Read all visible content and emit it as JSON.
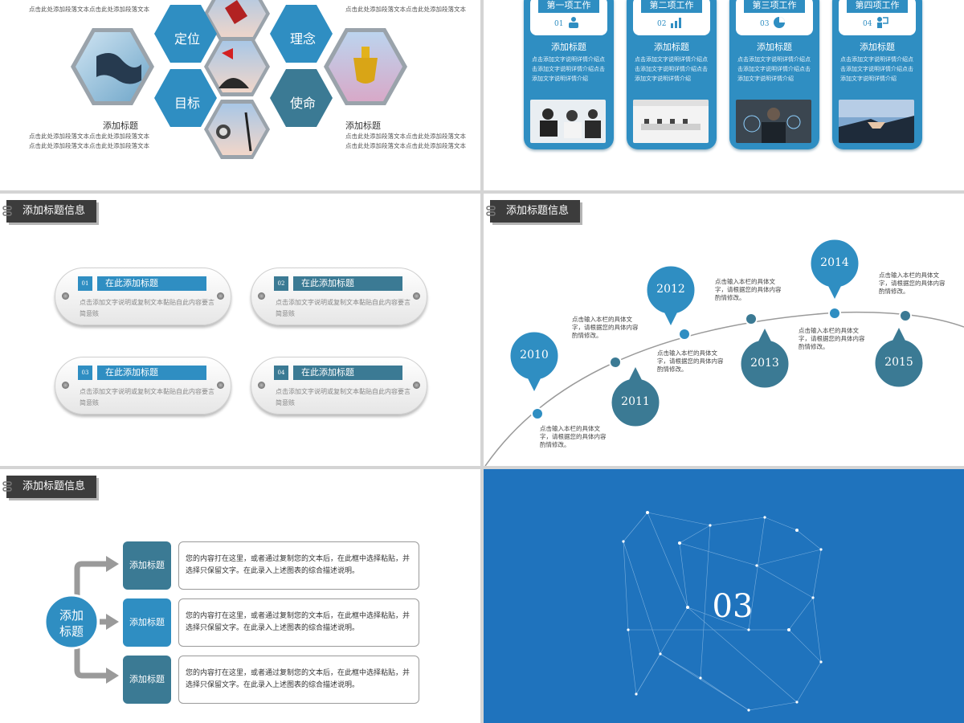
{
  "slide1": {
    "top_left_text": "点击此处添加段落文本点击此处添加段落文本",
    "top_right_text": "点击此处添加段落文本点击此处添加段落文本",
    "hexes": [
      "定位",
      "理念",
      "目标",
      "使命"
    ],
    "bottom_left_title": "添加标题",
    "bottom_left_text": [
      "点击此处添加段落文本点击此处添加段落文本",
      "点击此处添加段落文本点击此处添加段落文本"
    ],
    "bottom_right_title": "添加标题",
    "bottom_right_text": [
      "点击此处添加段落文本点击此处添加段落文本",
      "点击此处添加段落文本点击此处添加段落文本"
    ]
  },
  "slide2": {
    "cards": [
      {
        "head": "第一项工作",
        "num": "01",
        "title": "添加标题",
        "desc": "点击添加文字说明详情介绍点击添加文字说明详情介绍点击添加文字说明详情介绍"
      },
      {
        "head": "第二项工作",
        "num": "02",
        "title": "添加标题",
        "desc": "点击添加文字说明详情介绍点击添加文字说明详情介绍点击添加文字说明详情介绍"
      },
      {
        "head": "第三项工作",
        "num": "03",
        "title": "添加标题",
        "desc": "点击添加文字说明详情介绍点击添加文字说明详情介绍点击添加文字说明详情介绍"
      },
      {
        "head": "第四项工作",
        "num": "04",
        "title": "添加标题",
        "desc": "点击添加文字说明详情介绍点击添加文字说明详情介绍点击添加文字说明详情介绍"
      }
    ]
  },
  "slide3": {
    "tag": "添加标题信息",
    "pills": [
      {
        "idx": "01",
        "title": "在此添加标题",
        "text": "点击添加文字说明或复制文本黏贴自此内容要言简意赅"
      },
      {
        "idx": "02",
        "title": "在此添加标题",
        "text": "点击添加文字说明或复制文本黏贴自此内容要言简意赅"
      },
      {
        "idx": "03",
        "title": "在此添加标题",
        "text": "点击添加文字说明或复制文本黏贴自此内容要言简意赅"
      },
      {
        "idx": "04",
        "title": "在此添加标题",
        "text": "点击添加文字说明或复制文本黏贴自此内容要言简意赅"
      }
    ]
  },
  "slide4": {
    "tag": "添加标题信息",
    "years": [
      "2010",
      "2011",
      "2012",
      "2013",
      "2014",
      "2015"
    ],
    "notes": [
      "点击输入本栏的具体文字，请根据您的具体内容酌情修改。",
      "点击输入本栏的具体文字，请根据您的具体内容酌情修改。",
      "点击输入本栏的具体文字，请根据您的具体内容酌情修改。",
      "点击输入本栏的具体文字，请根据您的具体内容酌情修改。",
      "点击输入本栏的具体文字，请根据您的具体内容酌情修改。",
      "点击输入本栏的具体文字，请根据您的具体内容酌情修改。"
    ]
  },
  "slide5": {
    "tag": "添加标题信息",
    "center": [
      "添加",
      "标题"
    ],
    "items": [
      {
        "label": "添加标题",
        "text": "您的内容打在这里，或者通过复制您的文本后，在此框中选择粘贴，并选择只保留文字。在此录入上述图表的综合描述说明。"
      },
      {
        "label": "添加标题",
        "text": "您的内容打在这里，或者通过复制您的文本后，在此框中选择粘贴，并选择只保留文字。在此录入上述图表的综合描述说明。"
      },
      {
        "label": "添加标题",
        "text": "您的内容打在这里，或者通过复制您的文本后，在此框中选择粘贴，并选择只保留文字。在此录入上述图表的综合描述说明。"
      }
    ]
  },
  "slide6": {
    "number": "03"
  },
  "colors": {
    "primary_blue": "#2f8ec2",
    "teal": "#3b7a94",
    "dark_tag": "#3c3c3c",
    "section_bg": "#1f73bd"
  }
}
